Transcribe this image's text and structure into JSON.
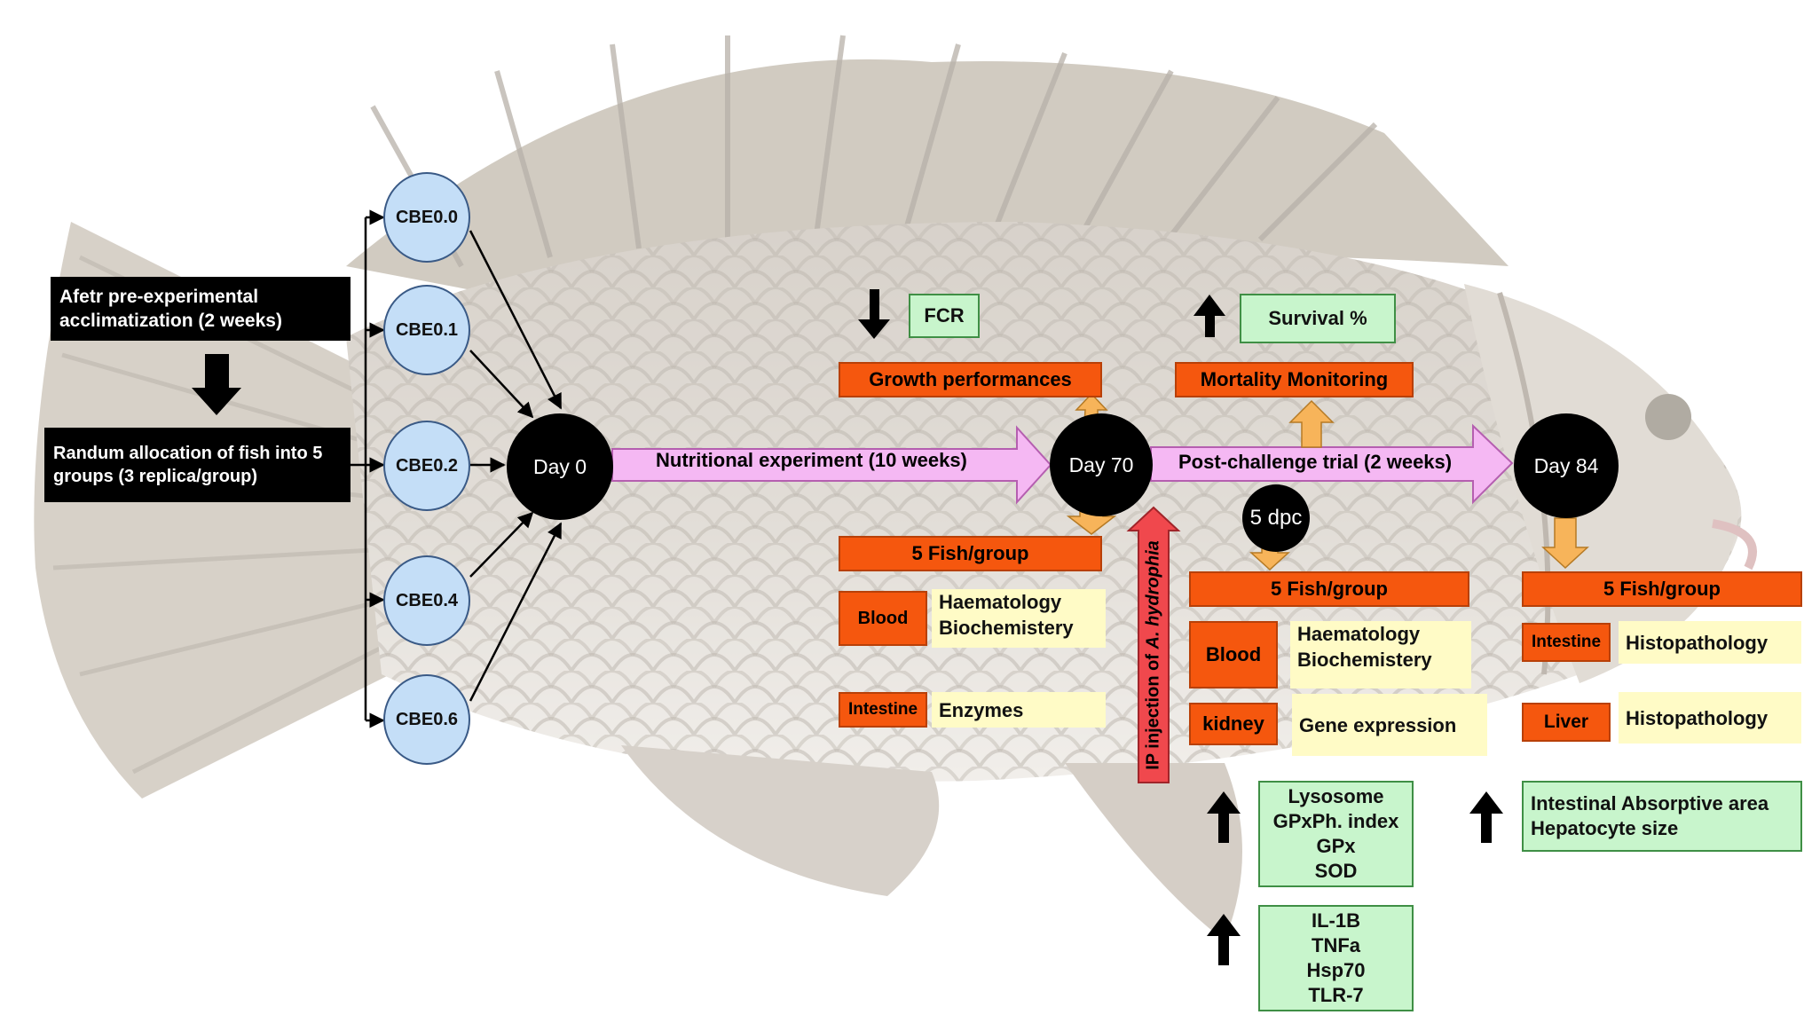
{
  "acclimatization": "Afetr pre-experimental acclimatization (2 weeks)",
  "allocation": "Randum allocation of fish into 5 groups (3 replica/group)",
  "groups": [
    "CBE0.0",
    "CBE0.1",
    "CBE0.2",
    "CBE0.4",
    "CBE0.6"
  ],
  "days": {
    "d0": "Day 0",
    "d70": "Day 70",
    "d84": "Day 84",
    "dpc": "5 dpc"
  },
  "phases": {
    "nutrition": "Nutritional experiment (10 weeks)",
    "challenge": "Post-challenge trial (2 weeks)"
  },
  "injection": {
    "text_prefix": "IP injection of ",
    "pathogen": "A. hydrophia"
  },
  "stage1": {
    "result": "FCR",
    "header": "Growth performances",
    "sample": "5 Fish/group",
    "blood": "Blood",
    "blood_tests": [
      "Haematology",
      "Biochemistery"
    ],
    "intestine": "Intestine",
    "intestine_test": "Enzymes"
  },
  "stage2": {
    "result": "Survival %",
    "header": "Mortality Monitoring",
    "sample": "5 Fish/group",
    "blood": "Blood",
    "blood_tests": [
      "Haematology",
      "Biochemistery"
    ],
    "kidney": "kidney",
    "kidney_test": "Gene expression",
    "markers1": [
      "Lysosome",
      "GPxPh. index",
      "GPx",
      "SOD"
    ],
    "markers2": [
      "IL-1B",
      "TNFa",
      "Hsp70",
      "TLR-7"
    ]
  },
  "stage3": {
    "sample": "5 Fish/group",
    "intestine": "Intestine",
    "intestine_test": "Histopathology",
    "liver": "Liver",
    "liver_test": "Histopathology",
    "results": [
      "Intestinal Absorptive area",
      "Hepatocyte size"
    ]
  },
  "colors": {
    "orange": "#f5570e",
    "yellow": "#fffbc6",
    "green": "#c8f5cc",
    "blue": "#c4def7",
    "pink": "#f5b8f3",
    "gold": "#f7b45a",
    "red": "#f0484d"
  }
}
